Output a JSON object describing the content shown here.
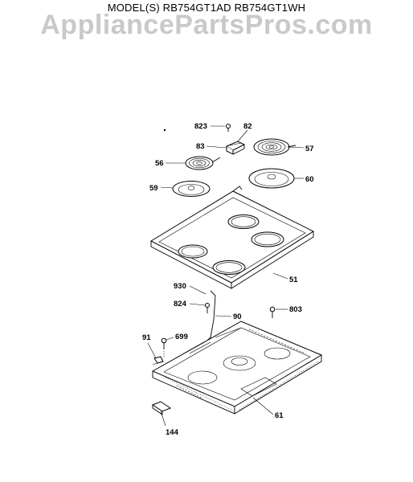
{
  "header": {
    "model_text": "MODEL(S) RB754GT1AD RB754GT1WH",
    "watermark": "AppliancePartsPros.com"
  },
  "diagram": {
    "callouts": {
      "c823": "823",
      "c82": "82",
      "c83": "83",
      "c57": "57",
      "c56": "56",
      "c60": "60",
      "c59": "59",
      "c51": "51",
      "c930": "930",
      "c824": "824",
      "c90": "90",
      "c803": "803",
      "c91": "91",
      "c699": "699",
      "c61": "61",
      "c144": "144"
    }
  }
}
